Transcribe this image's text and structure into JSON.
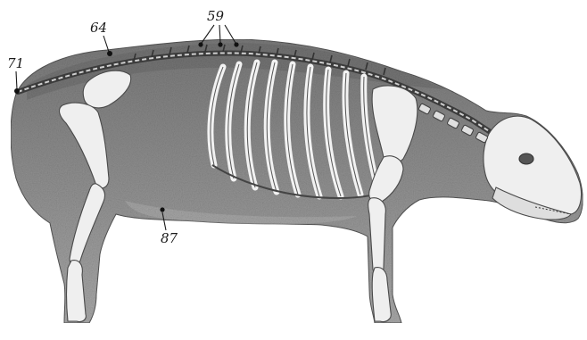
{
  "labels": {
    "tail_root": "71",
    "rump": "64",
    "vertebrae": "59",
    "flank": "87"
  },
  "colors": {
    "body_fill": "#8c8c8c",
    "body_dark": "#6e6e6e",
    "bone_fill": "#e9e9e9",
    "bone_stroke": "#4a4a4a",
    "ink": "#1a1a1a"
  }
}
